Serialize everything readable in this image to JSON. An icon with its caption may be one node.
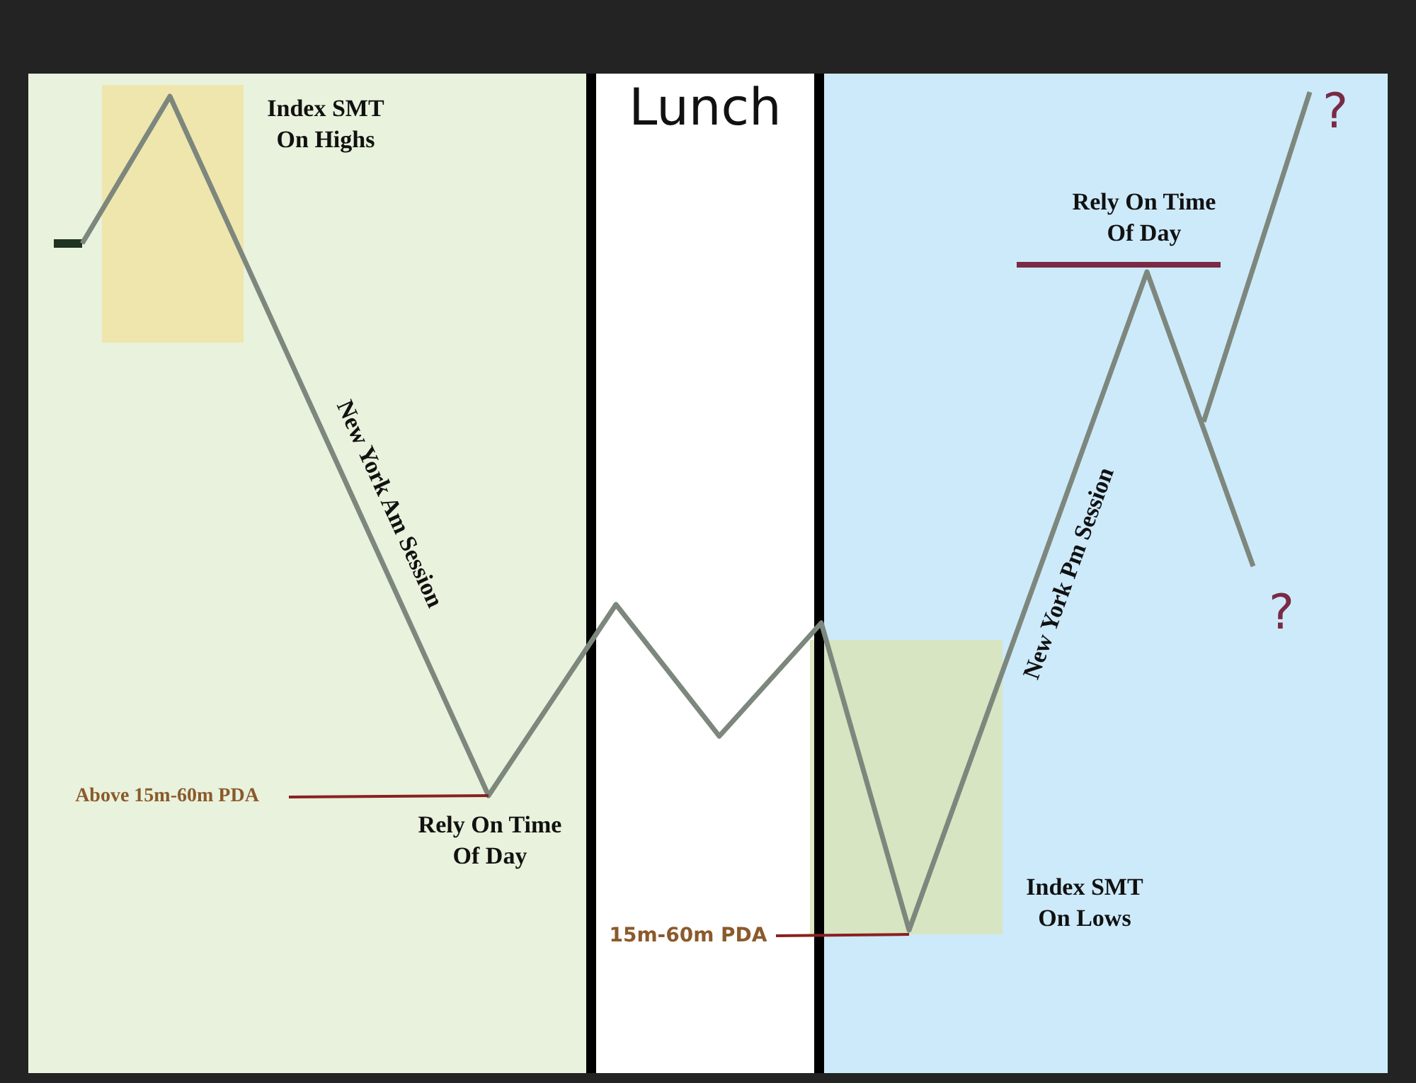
{
  "diagram": {
    "nodes": [
      {
        "text": [
          "Lunch"
        ]
      },
      {
        "text": [
          "Above 15m-60m PDA"
        ]
      },
      {
        "text": [
          "15m-60m PDA"
        ],
        "in": 0
      }
    ],
    "edges": [
      {
        "from": 1,
        "to": null,
        "arrow": "none"
      },
      {
        "from": 2,
        "to": null,
        "arrow": "none"
      }
    ],
    "labels": [
      "Index SMT On Highs",
      "New York Am Session",
      "Rely On Time Of Day",
      "New York Pm Session",
      "Rely On Time Of Day",
      "Index SMT On Lows",
      "?",
      "?"
    ]
  }
}
